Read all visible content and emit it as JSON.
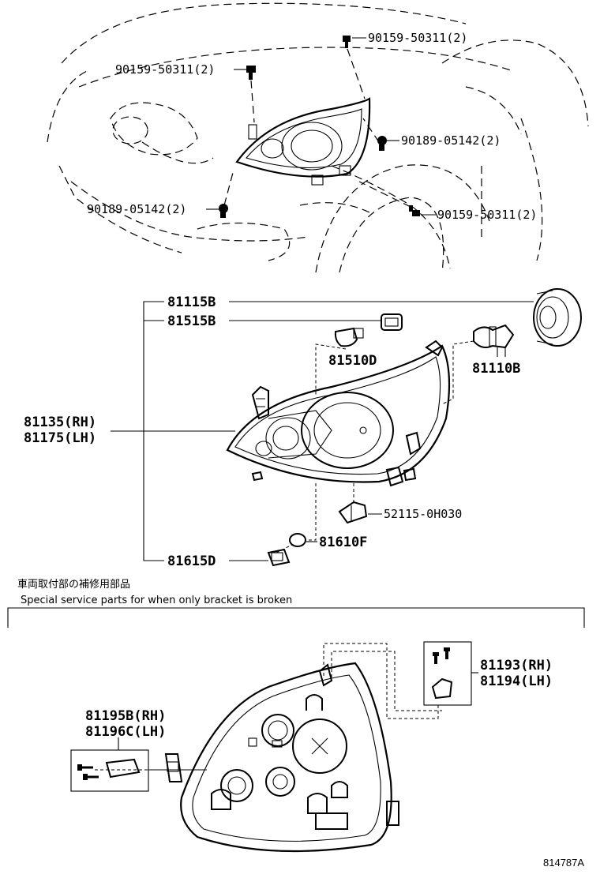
{
  "top_view": {
    "callouts": [
      {
        "id": "bolt-top-right",
        "text": "90159-50311(2)"
      },
      {
        "id": "bolt-top-left",
        "text": "90159-50311(2)"
      },
      {
        "id": "clip-right",
        "text": "90189-05142(2)"
      },
      {
        "id": "clip-left",
        "text": "90189-05142(2)"
      },
      {
        "id": "bolt-bottom-right",
        "text": "90159-50311(2)"
      }
    ]
  },
  "exploded_view": {
    "callouts": [
      {
        "id": "cover",
        "text": "81115B"
      },
      {
        "id": "socket",
        "text": "81515B"
      },
      {
        "id": "bulb-small",
        "text": "81510D"
      },
      {
        "id": "bulb-main",
        "text": "81110B"
      },
      {
        "id": "unit-rh",
        "text": "81135(RH)"
      },
      {
        "id": "unit-lh",
        "text": "81175(LH)"
      },
      {
        "id": "bracket-part",
        "text": "52115-0H030"
      },
      {
        "id": "bulb-side",
        "text": "81610F"
      },
      {
        "id": "socket-side",
        "text": "81615D"
      }
    ]
  },
  "service_section": {
    "title_jp": "車両取付部の補修用部品",
    "title_en": "Special service parts for when only bracket is broken",
    "callouts": [
      {
        "id": "kit-top-rh",
        "text": "81193(RH)"
      },
      {
        "id": "kit-top-lh",
        "text": "81194(LH)"
      },
      {
        "id": "kit-side-rh",
        "text": "81195B(RH)"
      },
      {
        "id": "kit-side-lh",
        "text": "81196C(LH)"
      }
    ]
  },
  "figure_ref": "814787A"
}
